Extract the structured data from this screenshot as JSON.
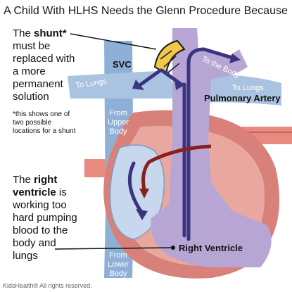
{
  "title": "A Child With HLHS Needs the Glenn Procedure Because",
  "shunt_note": {
    "line1_pre": "The ",
    "line1_bold": "shunt*",
    "line2": "must be",
    "line3": "replaced with",
    "line4": "a more",
    "line5": "permanent",
    "line6": "solution"
  },
  "footnote": {
    "line1": "*this shows one of",
    "line2": "two possible",
    "line3": "locations for a shunt"
  },
  "ventricle_note": {
    "line1_pre": "The ",
    "line1_bold": "right",
    "line2_bold": "ventricle",
    "line2_post": " is",
    "line3": "working too",
    "line4": "hard pumping",
    "line5": "blood to the",
    "line6": "body and",
    "line7": "lungs"
  },
  "labels": {
    "svc": "SVC",
    "to_lungs_left": "To Lungs",
    "to_lungs_right": "To Lungs",
    "to_the_body": "To the Body",
    "pulmonary_artery": "Pulmonary Artery",
    "from_upper_1": "From",
    "from_upper_2": "Upper",
    "from_upper_3": "Body",
    "from_lower_1": "From",
    "from_lower_2": "Lower",
    "from_lower_3": "Body",
    "right_ventricle": "Right Ventricle"
  },
  "copyright": "KidsHealth® All rights reserved.",
  "colors": {
    "vein_blue": "#8fb0d6",
    "artery_purple": "#b7a6d4",
    "heart_red": "#c86058",
    "heart_pink": "#e8a8a0",
    "shunt_yellow": "#f2c84a",
    "arrow_navy": "#3a3480",
    "arrow_red": "#8a1f1f"
  }
}
